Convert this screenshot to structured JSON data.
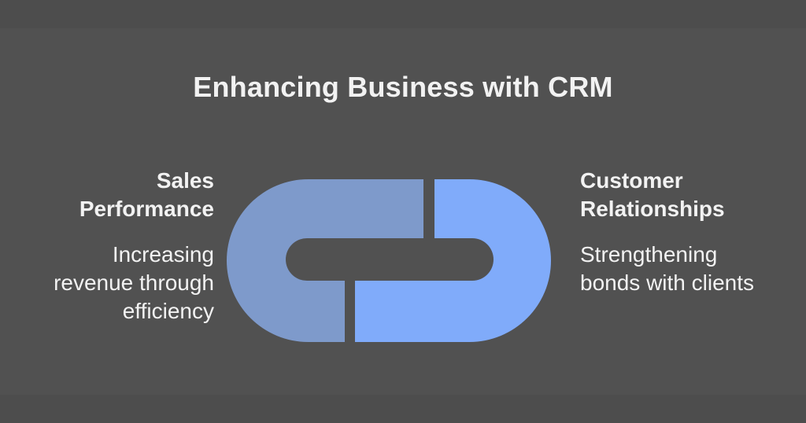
{
  "slide": {
    "title": "Enhancing Business with CRM",
    "background_color": "#4d4d4d",
    "canvas_color": "#515151",
    "text_color": "#f2f2f2"
  },
  "diagram": {
    "type": "interlocking-chain-links",
    "icon": "chain-link-icon",
    "colors": {
      "left_link": "#7e9acb",
      "right_link": "#80abfa"
    },
    "left_item": {
      "heading": "Sales Performance",
      "heading_lines": [
        "Sales",
        "Performance"
      ],
      "description": "Increasing revenue through efficiency",
      "description_lines": [
        "Increasing",
        "revenue through",
        "efficiency"
      ]
    },
    "right_item": {
      "heading": "Customer Relationships",
      "heading_lines": [
        "Customer",
        "Relationships"
      ],
      "description": "Strengthening bonds with clients",
      "description_lines": [
        "Strengthening",
        "bonds with clients"
      ]
    }
  }
}
